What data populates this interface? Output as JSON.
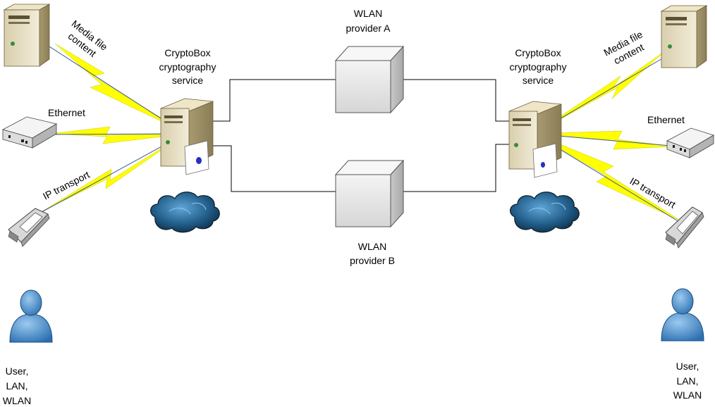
{
  "wlan_a": {
    "line1": "WLAN",
    "line2": "provider A"
  },
  "wlan_b": {
    "line1": "WLAN",
    "line2": "provider B"
  },
  "cryptobox_left": {
    "line1": "CryptoBox",
    "line2": "cryptography",
    "line3": "service"
  },
  "cryptobox_right": {
    "line1": "CryptoBox",
    "line2": "cryptography",
    "line3": "service"
  },
  "left_links": {
    "media": {
      "line1": "Media file",
      "line2": "content"
    },
    "ethernet": "Ethernet",
    "ip": "IP transport"
  },
  "right_links": {
    "media": {
      "line1": "Media file",
      "line2": "content"
    },
    "ethernet": "Ethernet",
    "ip": "IP transport"
  },
  "user_left": {
    "line1": "User,",
    "line2": "LAN,",
    "line3": "WLAN"
  },
  "user_right": {
    "line1": "User,",
    "line2": "LAN,",
    "line3": "WLAN"
  },
  "colors": {
    "lightning": "#ffff00",
    "cloud": "#1f5a85",
    "user": "#3a86c8",
    "line": "#000000"
  }
}
